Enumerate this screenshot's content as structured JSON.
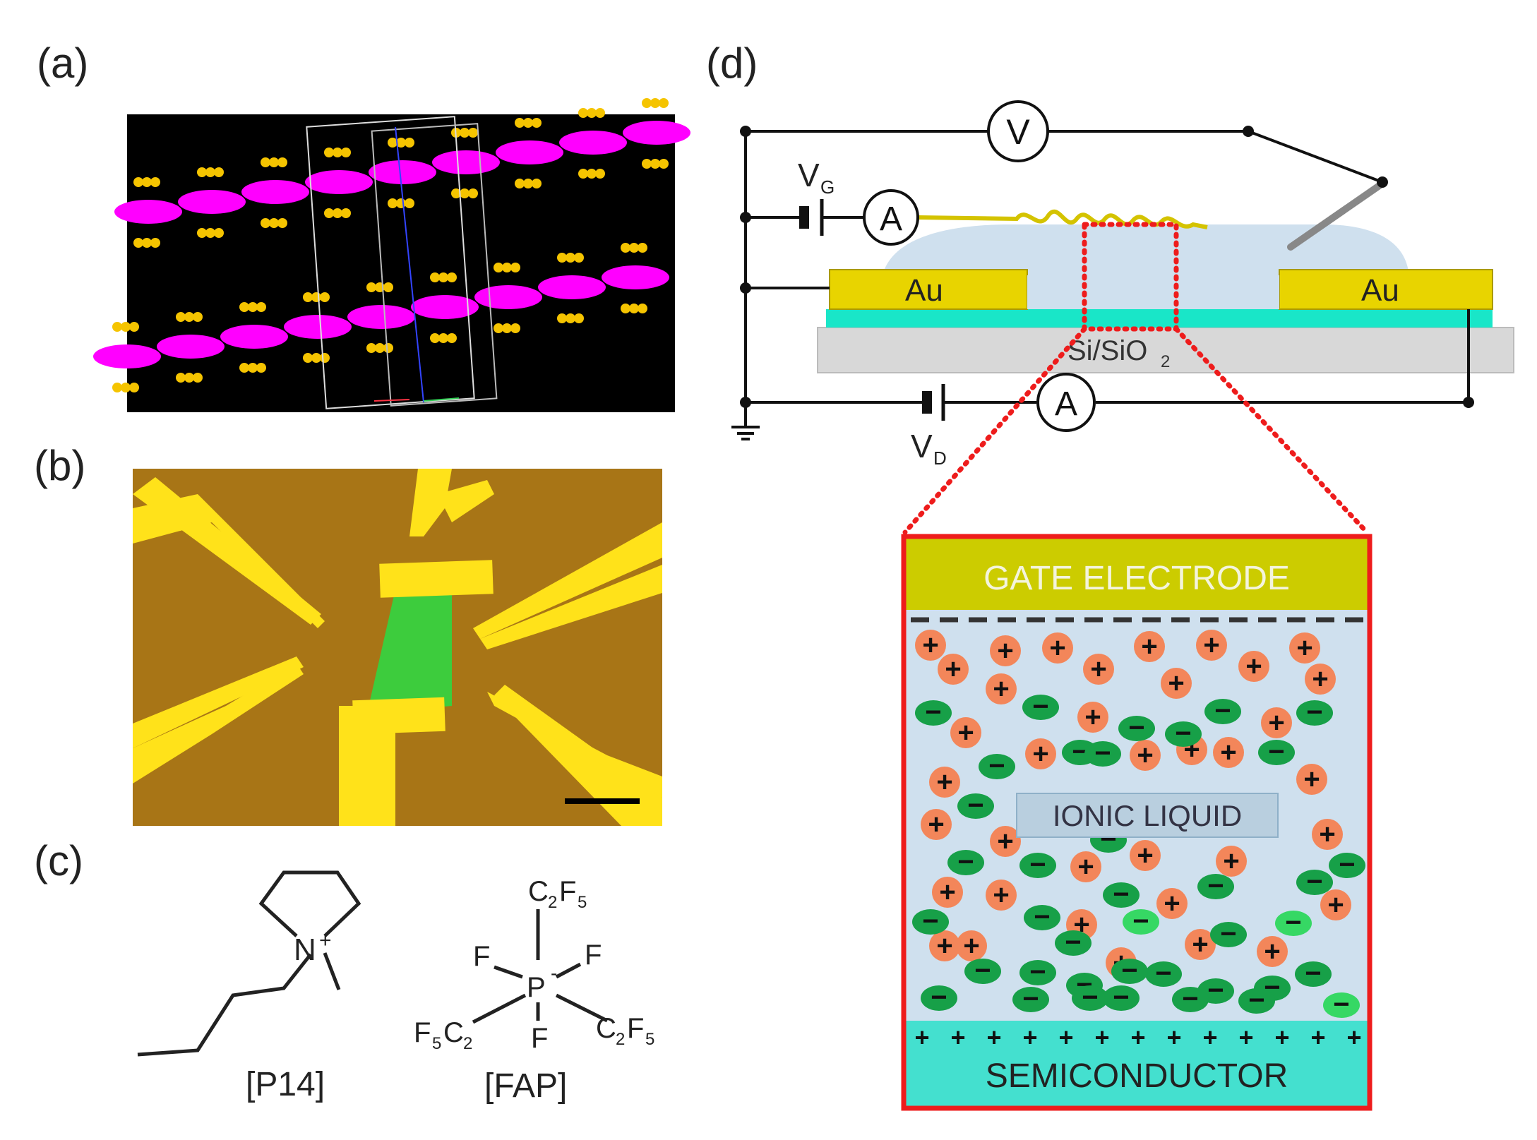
{
  "panels": {
    "a": {
      "label": "(a)"
    },
    "b": {
      "label": "(b)"
    },
    "c": {
      "label": "(c)",
      "cation": {
        "nitrogen": "N",
        "charge": "+",
        "name": "[P14]"
      },
      "anion": {
        "center": "P",
        "charge": "-",
        "fluorine": "F",
        "c2": "C",
        "c2_sub": "2",
        "f5": "F",
        "f5_sub": "5",
        "name": "[FAP]"
      }
    },
    "d": {
      "label": "(d)",
      "voltmeter": "V",
      "ammeter": "A",
      "gate_voltage": {
        "main": "V",
        "sub": "G"
      },
      "drain_voltage": {
        "main": "V",
        "sub": "D"
      },
      "electrode_left": "Au",
      "electrode_right": "Au",
      "substrate": {
        "main": "Si/SiO",
        "sub": "2"
      },
      "inset": {
        "top": "GATE ELECTRODE",
        "middle": "IONIC LIQUID",
        "bottom": "SEMICONDUCTOR",
        "cation_sign": "+",
        "anion_sign": "−"
      }
    }
  },
  "colors": {
    "crystal_bg": "#000000",
    "crystal_pink": "#ff00ff",
    "crystal_gold": "#f5c400",
    "micro_bg": "#a87516",
    "micro_gold": "#ffe21a",
    "micro_green": "#3dcc3d",
    "gold_electrode": "#e8d400",
    "cyan_layer": "#19e6c8",
    "substrate": "#d8d8d8",
    "liquid": "#cfe0ee",
    "inset_border": "#ee1c1c",
    "gate": "#cccc00",
    "semiconductor": "#44e0cf",
    "cation": "#f3865a",
    "anion": "#17a048"
  }
}
